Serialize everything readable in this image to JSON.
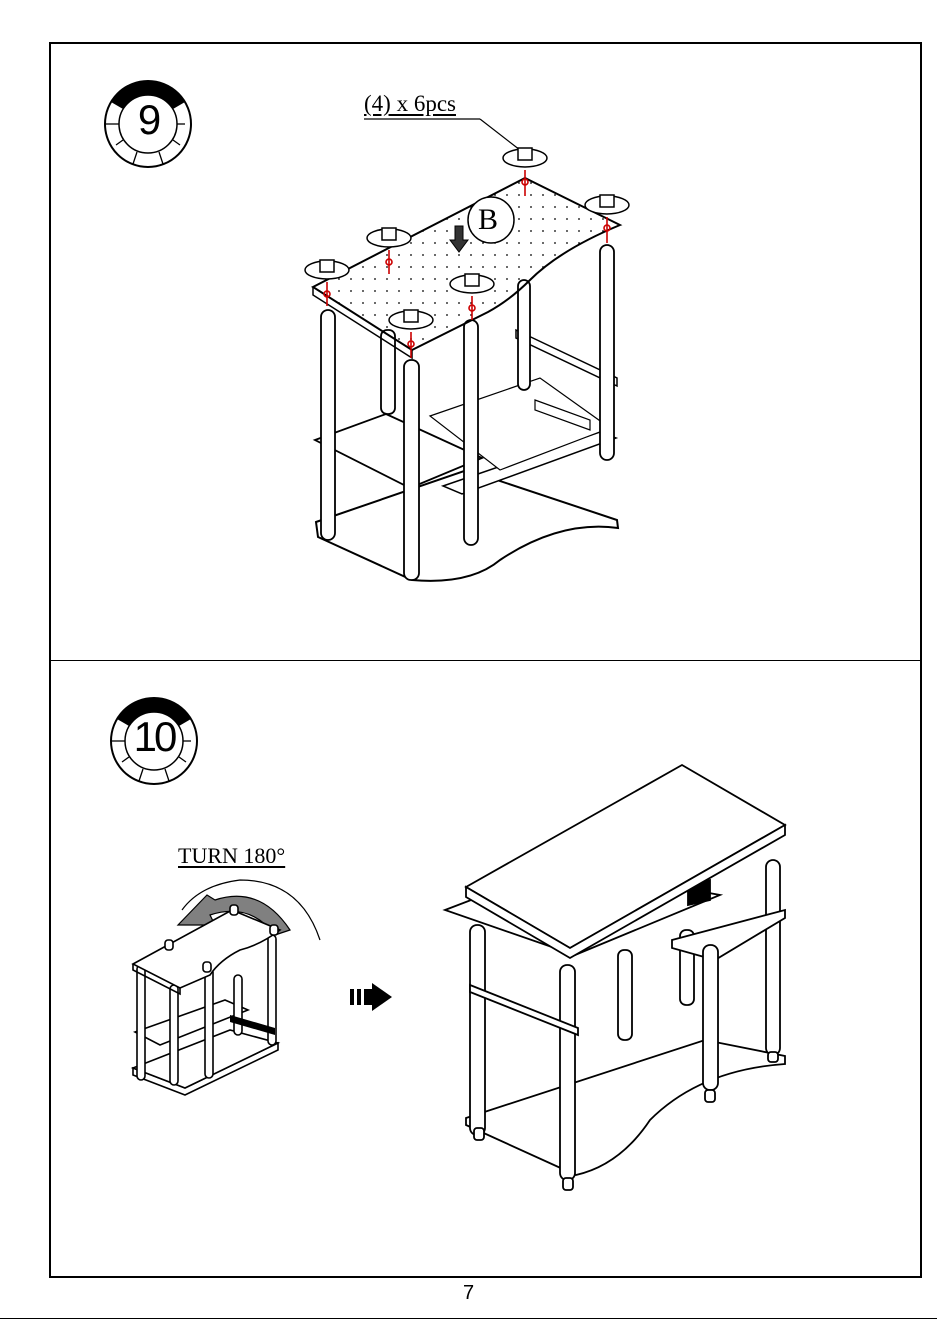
{
  "page_number": "7",
  "steps": [
    {
      "number": "9",
      "hardware_quantity_label": "(4) x 6pcs",
      "part_letter": "B"
    },
    {
      "number": "10",
      "instruction_label": "TURN 180°"
    }
  ],
  "colors": {
    "line": "#000000",
    "bolt_mark": "#cc0000",
    "rotate_arrow": "#808080"
  }
}
